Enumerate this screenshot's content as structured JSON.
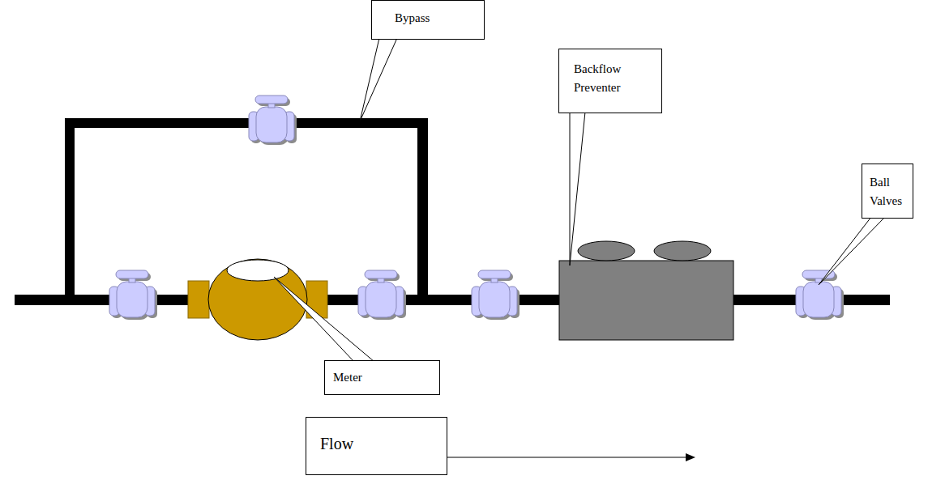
{
  "diagram": {
    "nodes": [
      {
        "text": [
          "Bypass"
        ]
      },
      {
        "text": [
          "Backflow Preventer"
        ]
      },
      {
        "text": [
          "Ball Valves"
        ]
      },
      {
        "text": [
          "Meter"
        ]
      },
      {
        "text": [
          "Flow"
        ]
      }
    ]
  }
}
